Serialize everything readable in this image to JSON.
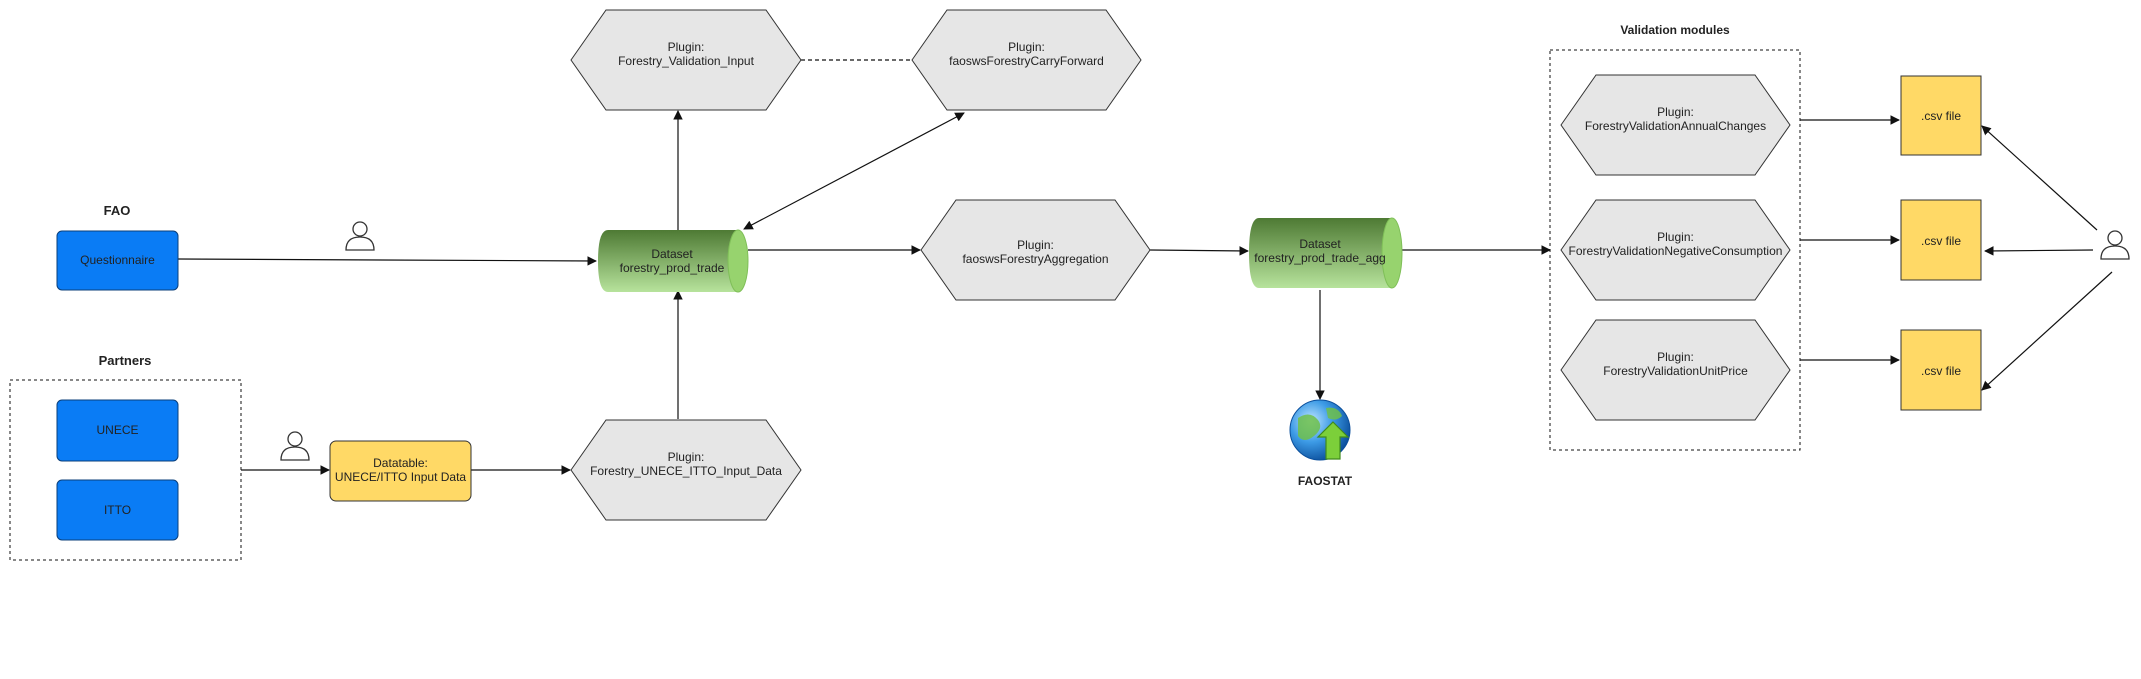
{
  "colors": {
    "blue": "#0a7cf5",
    "yellow": "#ffd966",
    "hexagon_fill": "#e6e6e6",
    "dataset_dark": "#4e7a34",
    "dataset_light": "#a8d88a",
    "dataset_cap": "#97d36e"
  },
  "labels": {
    "fao": "FAO",
    "partners": "Partners",
    "validation_modules": "Validation modules",
    "faostat": "FAOSTAT"
  },
  "nodes": {
    "questionnaire": "Questionnaire",
    "unece": "UNECE",
    "itto": "ITTO",
    "datatable": [
      "Datatable:",
      "UNECE/ITTO Input Data"
    ],
    "plugin_unece": [
      "Plugin:",
      "Forestry_UNECE_ITTO_Input_Data"
    ],
    "dataset_trade": [
      "Dataset",
      "forestry_prod_trade"
    ],
    "plugin_validation_input": [
      "Plugin:",
      "Forestry_Validation_Input"
    ],
    "plugin_carry_forward": [
      "Plugin:",
      "faoswsForestryCarryForward"
    ],
    "plugin_aggregation": [
      "Plugin:",
      "faoswsForestryAggregation"
    ],
    "dataset_agg": [
      "Dataset",
      "forestry_prod_trade_agg"
    ],
    "plugin_annual": [
      "Plugin:",
      "ForestryValidationAnnualChanges"
    ],
    "plugin_negative": [
      "Plugin:",
      "ForestryValidationNegativeConsumption"
    ],
    "plugin_unitprice": [
      "Plugin:",
      "ForestryValidationUnitPrice"
    ],
    "csv_1": ".csv file",
    "csv_2": ".csv file",
    "csv_3": ".csv file"
  },
  "icons": [
    "user-icon",
    "globe-upload-icon"
  ]
}
